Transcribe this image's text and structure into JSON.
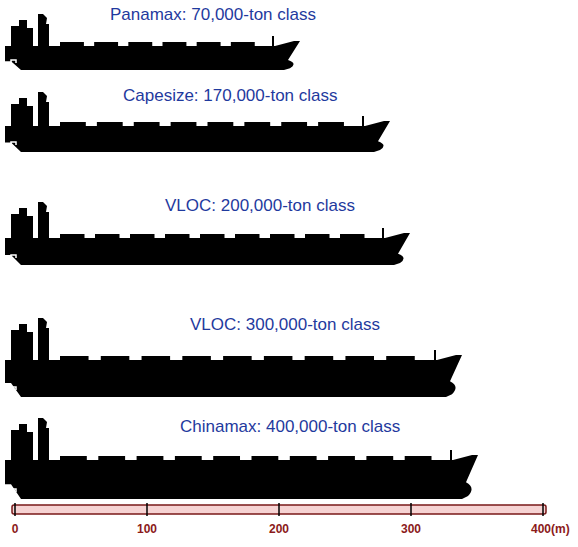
{
  "diagram": {
    "labels": [
      "Panamax: 70,000-ton class",
      "Capesize: 170,000-ton class",
      "VLOC: 200,000-ton class",
      "VLOC: 300,000-ton class",
      "Chinamax: 400,000-ton class",
      "0",
      "100",
      "200",
      "300",
      "400(m)"
    ]
  }
}
